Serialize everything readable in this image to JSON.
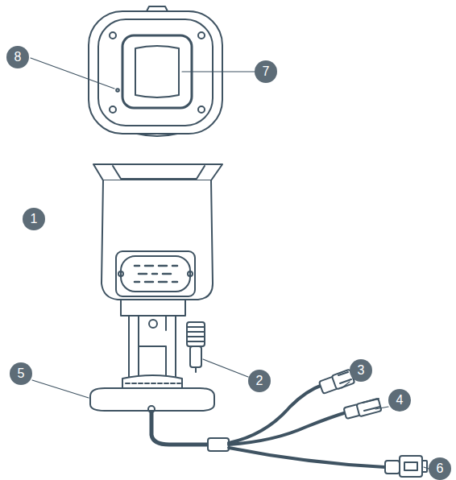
{
  "diagram": {
    "labels": [
      "8",
      "7",
      "1",
      "3",
      "4",
      "5",
      "2",
      "6"
    ]
  }
}
